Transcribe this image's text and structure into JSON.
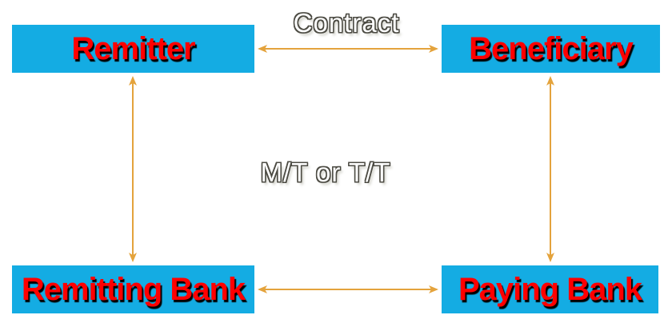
{
  "diagram": {
    "type": "remittance-flow",
    "nodes": [
      {
        "id": "remitter",
        "label": "Remitter"
      },
      {
        "id": "beneficiary",
        "label": "Beneficiary"
      },
      {
        "id": "remitting_bank",
        "label": "Remitting Bank"
      },
      {
        "id": "paying_bank",
        "label": "Paying Bank"
      }
    ],
    "edges": [
      {
        "from": "Remitter",
        "to": "Beneficiary",
        "label": "Contract",
        "arrows": "both"
      },
      {
        "from": "Remitter",
        "to": "Remitting Bank",
        "label": "",
        "arrows": "both"
      },
      {
        "from": "Beneficiary",
        "to": "Paying Bank",
        "label": "",
        "arrows": "both"
      },
      {
        "from": "Remitting Bank",
        "to": "Paying Bank",
        "label": "",
        "arrows": "both"
      }
    ],
    "center_label": "M/T or T/T",
    "colors": {
      "node_fill": "#14ACE3",
      "node_text": "#FF0000",
      "node_text_shadow": "#000000",
      "arrow": "#E4A33C",
      "label_fill": "#FFFFFF",
      "label_outline": "#4C4B43"
    }
  }
}
